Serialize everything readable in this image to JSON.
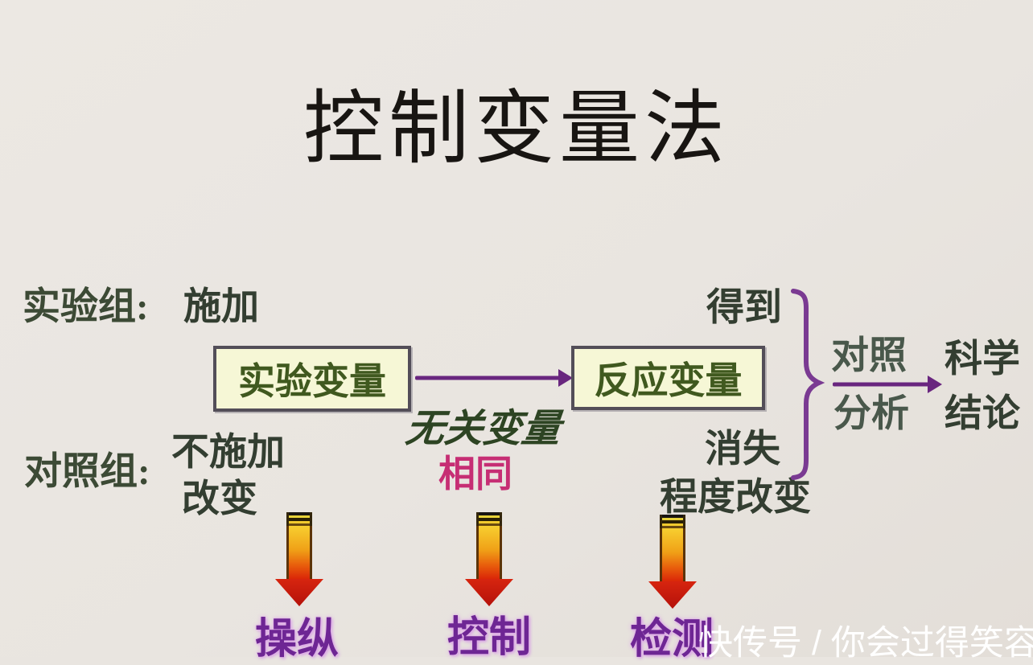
{
  "title": "控制变量法",
  "groups": {
    "experimental_label": "实验组:",
    "experimental_action": "施加",
    "control_label": "对照组:",
    "control_action_line1": "不施加",
    "control_action_line2": "改变"
  },
  "boxes": {
    "experimental_variable": "实验变量",
    "response_variable": "反应变量"
  },
  "middle": {
    "irrelevant_variable": "无关变量",
    "same": "相同"
  },
  "right": {
    "obtain": "得到",
    "disappear": "消失",
    "degree_change": "程度改变",
    "contrast": "对照",
    "analysis": "分析",
    "science": "科学",
    "conclusion": "结论"
  },
  "bottom": {
    "manipulate": "操纵",
    "control": "控制",
    "detect": "检测"
  },
  "watermark": "快传号 / 你会过得笑容",
  "icons": {
    "main_arrow": "purple-right-arrow",
    "analysis_arrow": "purple-right-arrow",
    "brace": "right-curly-brace",
    "down_arrows": "gradient-down-arrow"
  },
  "colors": {
    "background": "#e9e5e0",
    "title_text": "#181512",
    "green_text": "#3c4a35",
    "box_fill": "#f6f7d6",
    "box_border": "#534e58",
    "box_text": "#40591f",
    "purple_accent": "#69267f",
    "magenta_text": "#c62e74",
    "bottom_purple": "#6e2694",
    "arrow_gradient_top": "#f7cf30",
    "arrow_gradient_bottom": "#b5110a",
    "watermark_text": "#ffffff"
  }
}
